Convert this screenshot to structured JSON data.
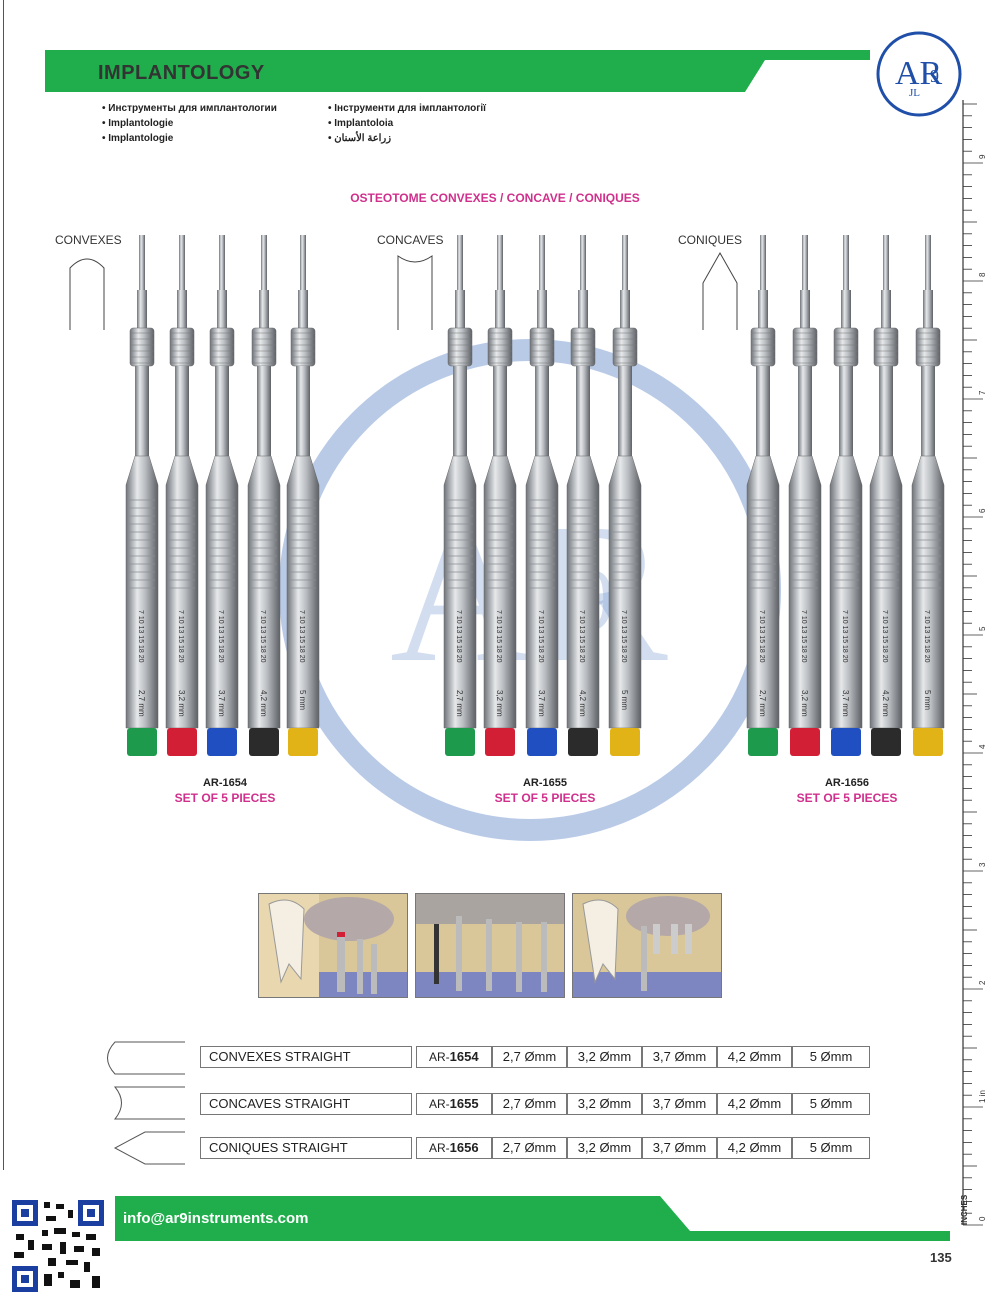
{
  "header": {
    "title": "IMPLANTOLOGY",
    "bullets_left": [
      "Инструменты для имплантологии",
      "Implantologie",
      "Implantologie"
    ],
    "bullets_right": [
      "Інструменти для імплантології",
      "Implantoloia",
      "زراعة الأسنان"
    ]
  },
  "logo": {
    "text": "AR",
    "sub": "JL",
    "num": "9"
  },
  "section_title": "OSTEOTOME CONVEXES / CONCAVE / CONIQUES",
  "groups": [
    {
      "label": "CONVEXES",
      "code_prefix": "AR-",
      "code_num": "1654",
      "set": "SET OF 5 PIECES"
    },
    {
      "label": "CONCAVES",
      "code_prefix": "AR-",
      "code_num": "1655",
      "set": "SET OF 5 PIECES"
    },
    {
      "label": "CONIQUES",
      "code_prefix": "AR-",
      "code_num": "1656",
      "set": "SET OF 5 PIECES"
    }
  ],
  "instrument_markings": [
    "2,7 mm",
    "3,2 mm",
    "3,7 mm",
    "4,2 mm",
    "5 mm"
  ],
  "instrument_scale": "7 10 13 15 18 20",
  "colors": {
    "green_bar": "#1fae4b",
    "brand_pink": "#d0308c",
    "tip_colors": [
      "#1e9a4c",
      "#d21f35",
      "#1f4fc0",
      "#2b2b2b",
      "#e2b316"
    ],
    "watermark": "#7f9fd4"
  },
  "table": {
    "rows": [
      {
        "name": "CONVEXES STRAIGHT",
        "code_prefix": "AR-",
        "code_num": "1654",
        "sizes": [
          "2,7 Ømm",
          "3,2 Ømm",
          "3,7 Ømm",
          "4,2 Ømm",
          "5 Ømm"
        ]
      },
      {
        "name": "CONCAVES STRAIGHT",
        "code_prefix": "AR-",
        "code_num": "1655",
        "sizes": [
          "2,7 Ømm",
          "3,2 Ømm",
          "3,7 Ømm",
          "4,2 Ømm",
          "5 Ømm"
        ]
      },
      {
        "name": "CONIQUES STRAIGHT",
        "code_prefix": "AR-",
        "code_num": "1656",
        "sizes": [
          "2,7 Ømm",
          "3,2 Ømm",
          "3,7 Ømm",
          "4,2 Ømm",
          "5 Ømm"
        ]
      }
    ]
  },
  "footer": {
    "email": "info@ar9instruments.com",
    "page_number": "135"
  },
  "ruler": {
    "unit_label": "INCHES",
    "inch_suffix": "in",
    "marks": [
      "0",
      "1",
      "2",
      "3",
      "4",
      "5",
      "6",
      "7",
      "8",
      "9"
    ]
  }
}
